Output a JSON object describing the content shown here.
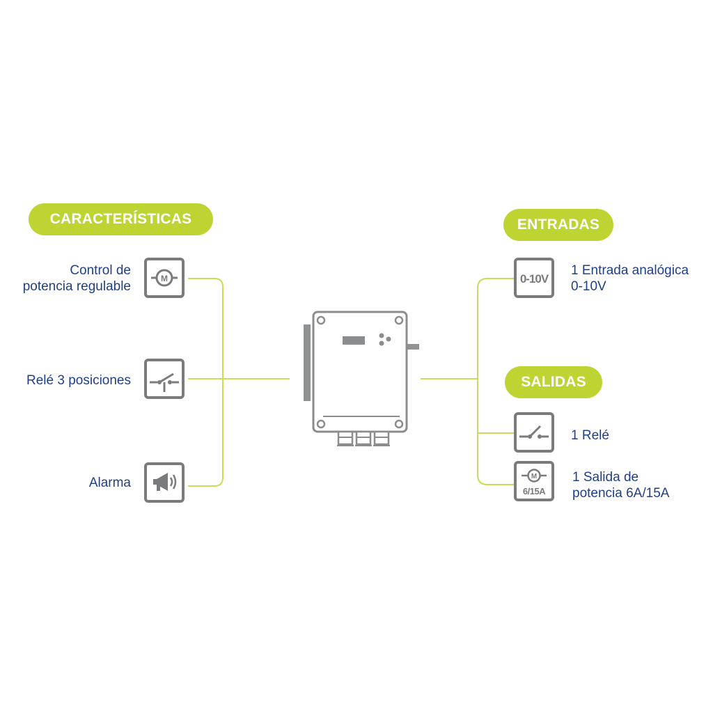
{
  "caracteristicas": {
    "heading": "CARACTERÍSTICAS",
    "items": [
      {
        "label_line1": "Control de",
        "label_line2": "potencia regulable",
        "icon": "motor-icon",
        "icon_text": "M"
      },
      {
        "label": "Relé 3 posiciones",
        "icon": "relay-3-positions-icon"
      },
      {
        "label": "Alarma",
        "icon": "megaphone-icon"
      }
    ]
  },
  "entradas": {
    "heading": "ENTRADAS",
    "items": [
      {
        "label_line1": "1 Entrada analógica",
        "label_line2": "0-10V",
        "icon": "analog-input-icon",
        "icon_text": "0-10V"
      }
    ]
  },
  "salidas": {
    "heading": "SALIDAS",
    "items": [
      {
        "label": "1 Relé",
        "icon": "relay-icon"
      },
      {
        "label_line1": "1 Salida de",
        "label_line2": "potencia 6A/15A",
        "icon": "power-output-icon",
        "icon_text_top": "M",
        "icon_text_bottom": "6/15A"
      }
    ]
  },
  "colors": {
    "accent": "#bdd432",
    "icon_gray": "#7a7b7d",
    "text_blue": "#1f3f86"
  }
}
